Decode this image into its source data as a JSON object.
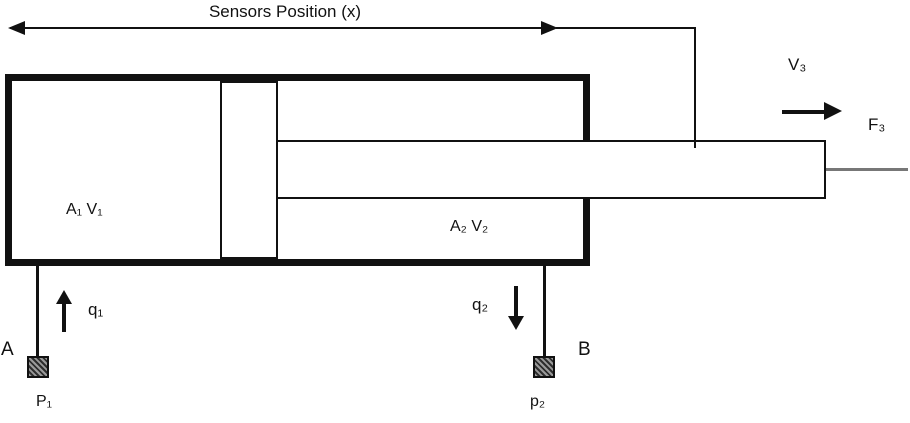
{
  "figure": {
    "title": "Sensors Position (x)",
    "cylinder": {
      "chamber_left_label": "A₁ V₁",
      "chamber_right_label": "A₂ V₂"
    },
    "rod": {
      "velocity_label": "V₃",
      "force_label": "F₃"
    },
    "ports": {
      "a": {
        "name": "A",
        "pressure": "P₁",
        "flow": "q₁"
      },
      "b": {
        "name": "B",
        "pressure": "p₂",
        "flow": "q₂"
      }
    },
    "colors": {
      "line": "#111111",
      "force_line": "#777777",
      "background": "#ffffff"
    }
  }
}
